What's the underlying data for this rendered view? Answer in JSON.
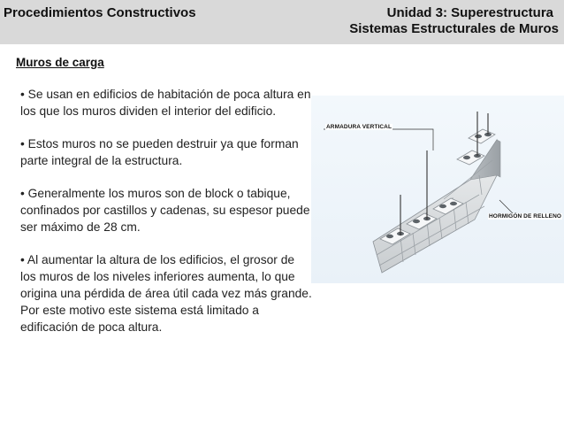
{
  "header": {
    "left_title": "Procedimientos Constructivos",
    "unit_title": "Unidad 3: Superestructura",
    "subtitle": "Sistemas Estructurales de Muros"
  },
  "section": {
    "title": "Muros de carga"
  },
  "bullets": [
    "• Se usan en edificios de habitación de poca altura en los que los muros dividen el interior del edificio.",
    "• Estos muros no se pueden destruir ya que forman parte integral de la estructura.",
    "• Generalmente los muros son de block o tabique, confinados por castillos y cadenas, su espesor puede ser máximo de 28 cm.",
    "• Al aumentar la altura de los edificios, el grosor de los muros de los niveles inferiores aumenta, lo que origina una pérdida de área útil cada vez más grande. Por este motivo este sistema está limitado a edificación de poca altura."
  ],
  "figure": {
    "label_vertical": "ARMADURA VERTICAL",
    "label_fill": "HORMIGÓN DE RELLENO"
  }
}
